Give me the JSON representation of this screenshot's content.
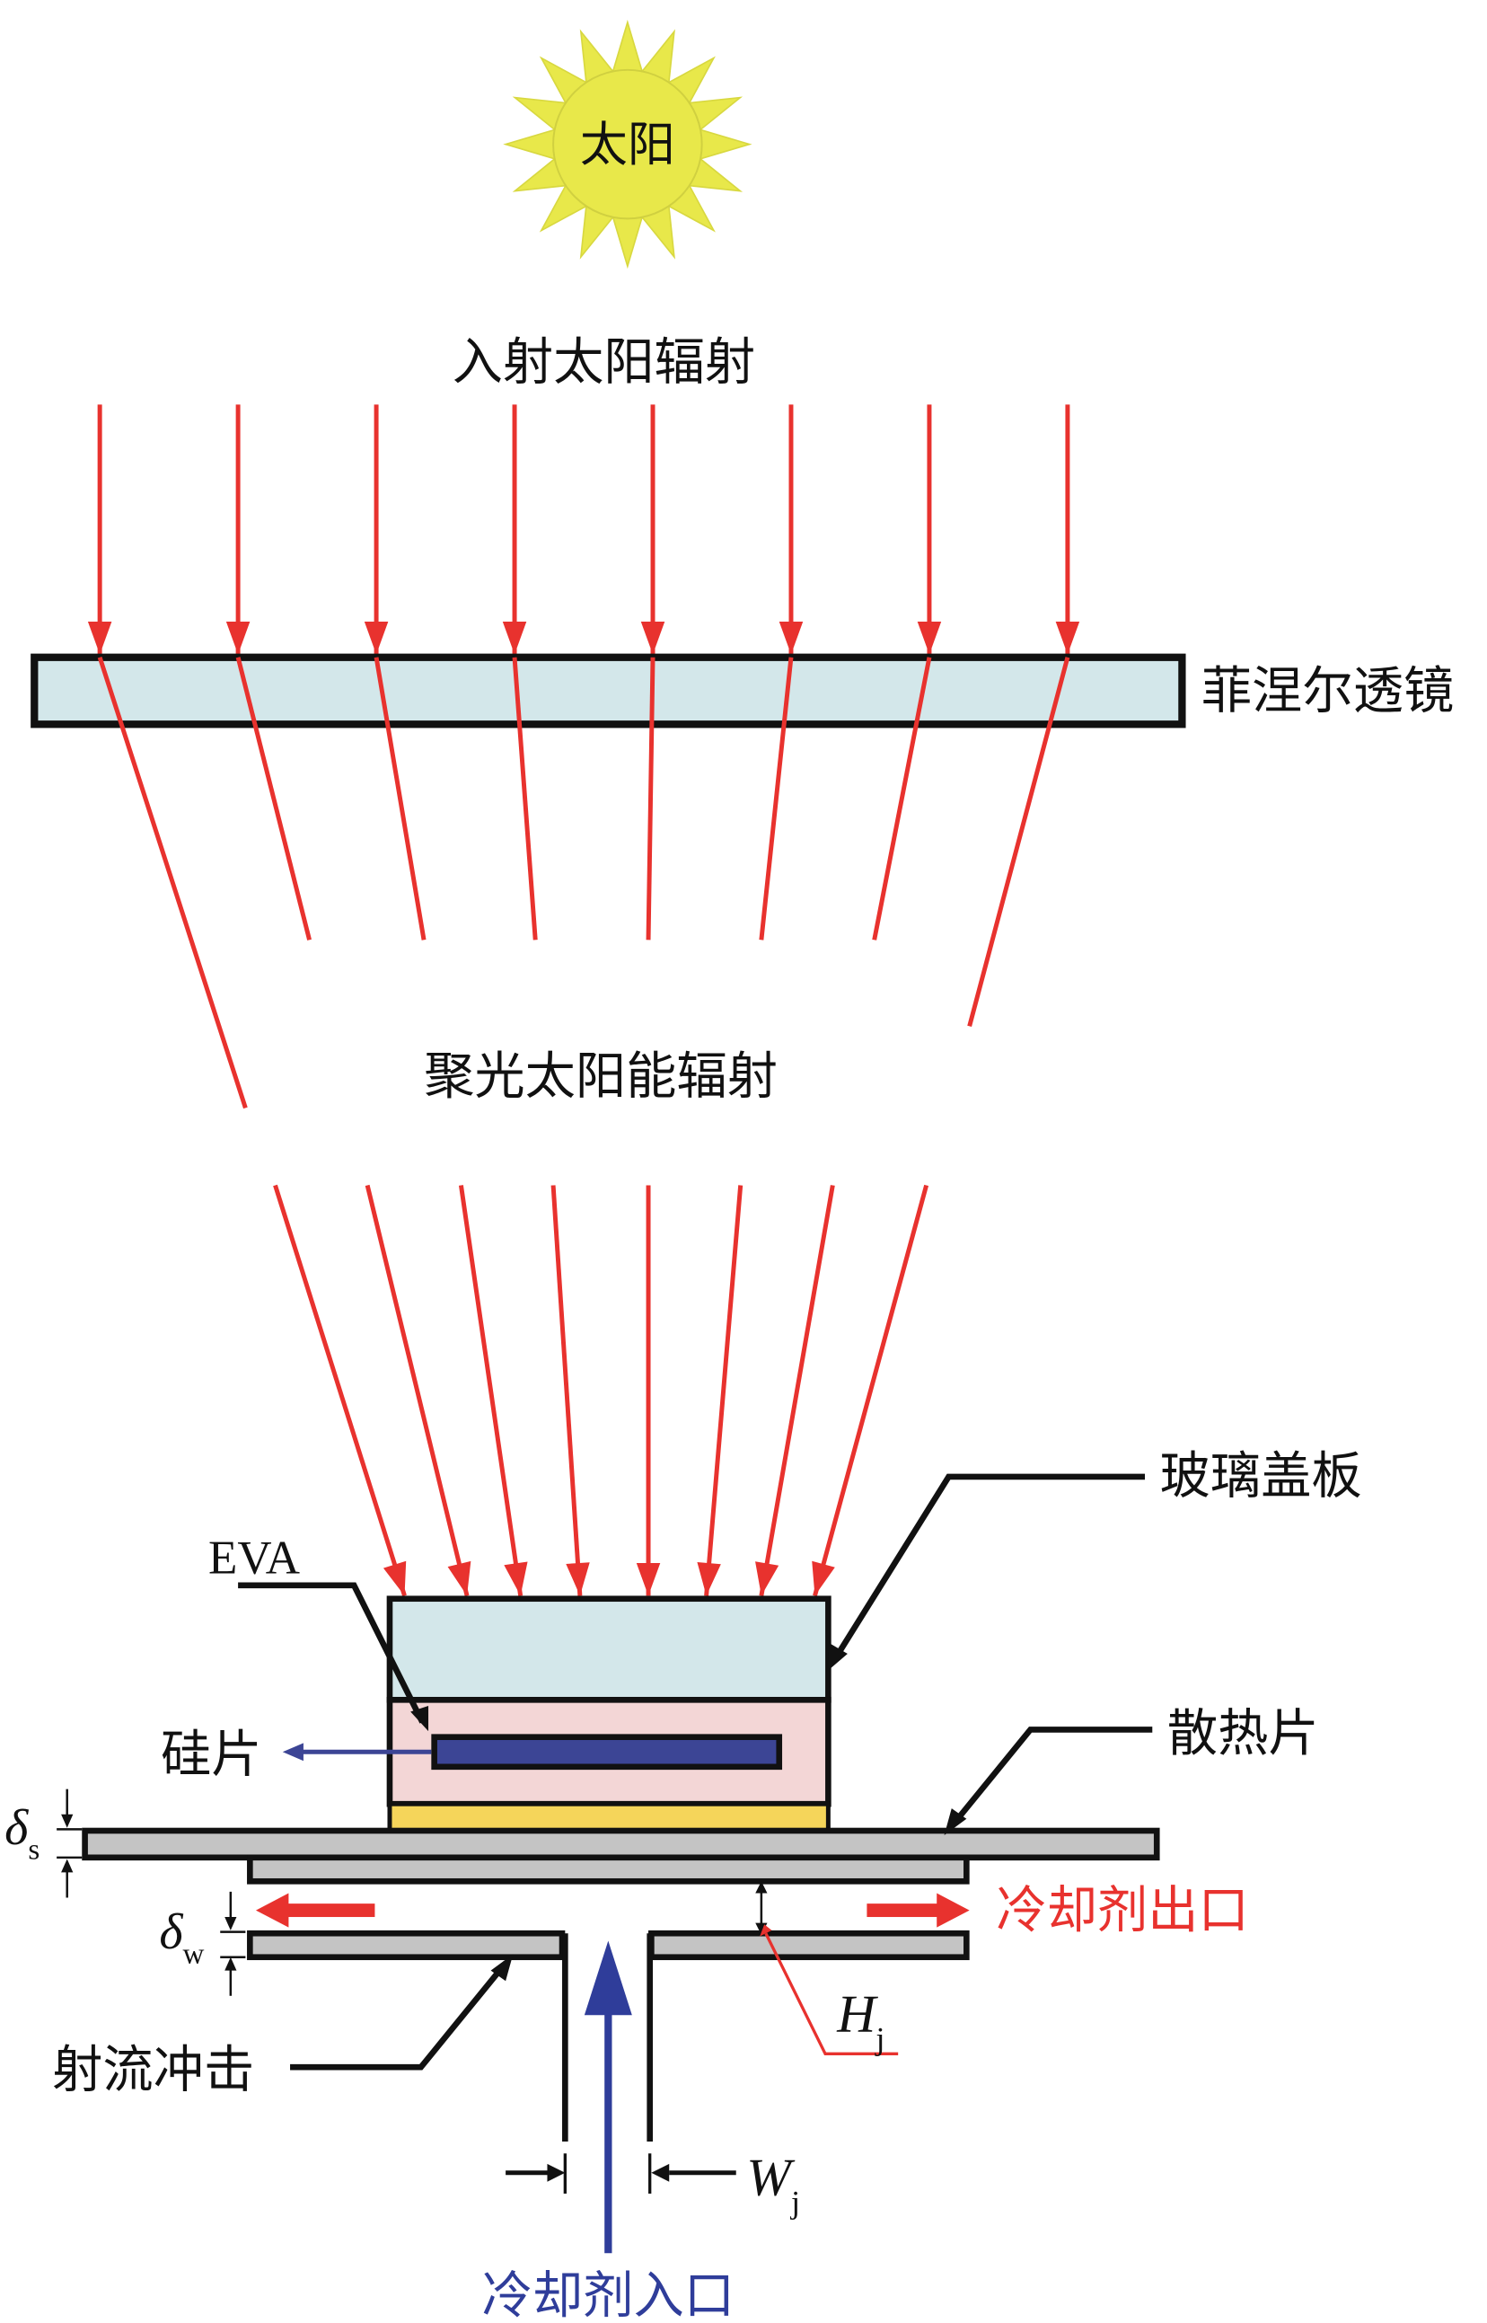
{
  "title": "聚光光伏射流冲击冷却系统示意图",
  "labels": {
    "sun": "太阳",
    "incident_radiation": "入射太阳辐射",
    "fresnel_lens": "菲涅尔透镜",
    "concentrated_radiation": "聚光太阳能辐射",
    "glass_cover": "玻璃盖板",
    "eva": "EVA",
    "silicon_wafer": "硅片",
    "heat_sink": "散热片",
    "jet_impingement": "射流冲击",
    "coolant_outlet": "冷却剂出口",
    "coolant_inlet": "冷却剂入口"
  },
  "symbols": {
    "delta_s": {
      "main": "δ",
      "sub": "s"
    },
    "delta_w": {
      "main": "δ",
      "sub": "w"
    },
    "H_j": {
      "main": "H",
      "sub": "j"
    },
    "W_j": {
      "main": "W",
      "sub": "j"
    }
  },
  "colors": {
    "sun_fill": "#e8e84a",
    "ray": "#e8322e",
    "lens_fill": "#d3e7ea",
    "glass_fill": "#d3e7ea",
    "eva_fill": "#f3d6d6",
    "wafer_fill": "#3c4595",
    "solder_fill": "#f5d55a",
    "plate_fill": "#c4c4c4",
    "inlet": "#2f3d9a",
    "outlet": "#e8322e"
  },
  "ray_count": 8
}
